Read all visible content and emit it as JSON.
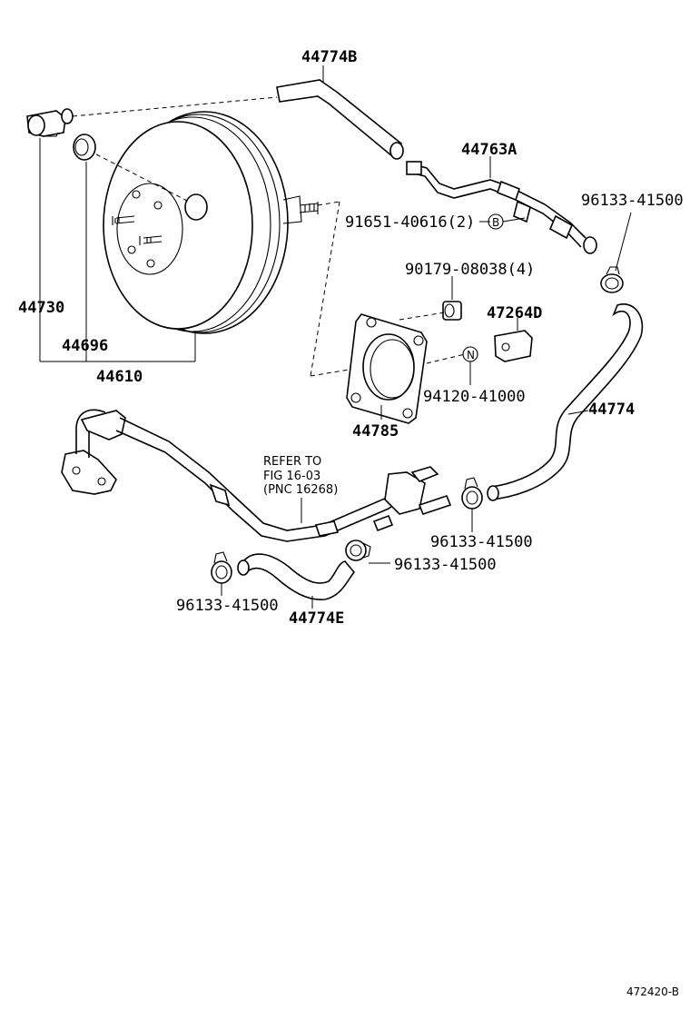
{
  "labels": {
    "p44774B": "44774B",
    "p44763A": "44763A",
    "p96133_41500_a": "96133-41500",
    "p91651_40616": "91651-40616(2)",
    "mark_B": "B",
    "p90179_08038": "90179-08038(4)",
    "p47264D": "47264D",
    "p44730": "44730",
    "p44696": "44696",
    "p44610": "44610",
    "p94120_41000": "94120-41000",
    "mark_N": "N",
    "p44785": "44785",
    "p44774": "44774",
    "refer_line1": "REFER TO",
    "refer_line2": "FIG 16-03",
    "refer_line3": "(PNC 16268)",
    "p96133_41500_b": "96133-41500",
    "p96133_41500_c": "96133-41500",
    "p96133_41500_d": "96133-41500",
    "p44774E": "44774E",
    "figure_code": "472420-B"
  }
}
